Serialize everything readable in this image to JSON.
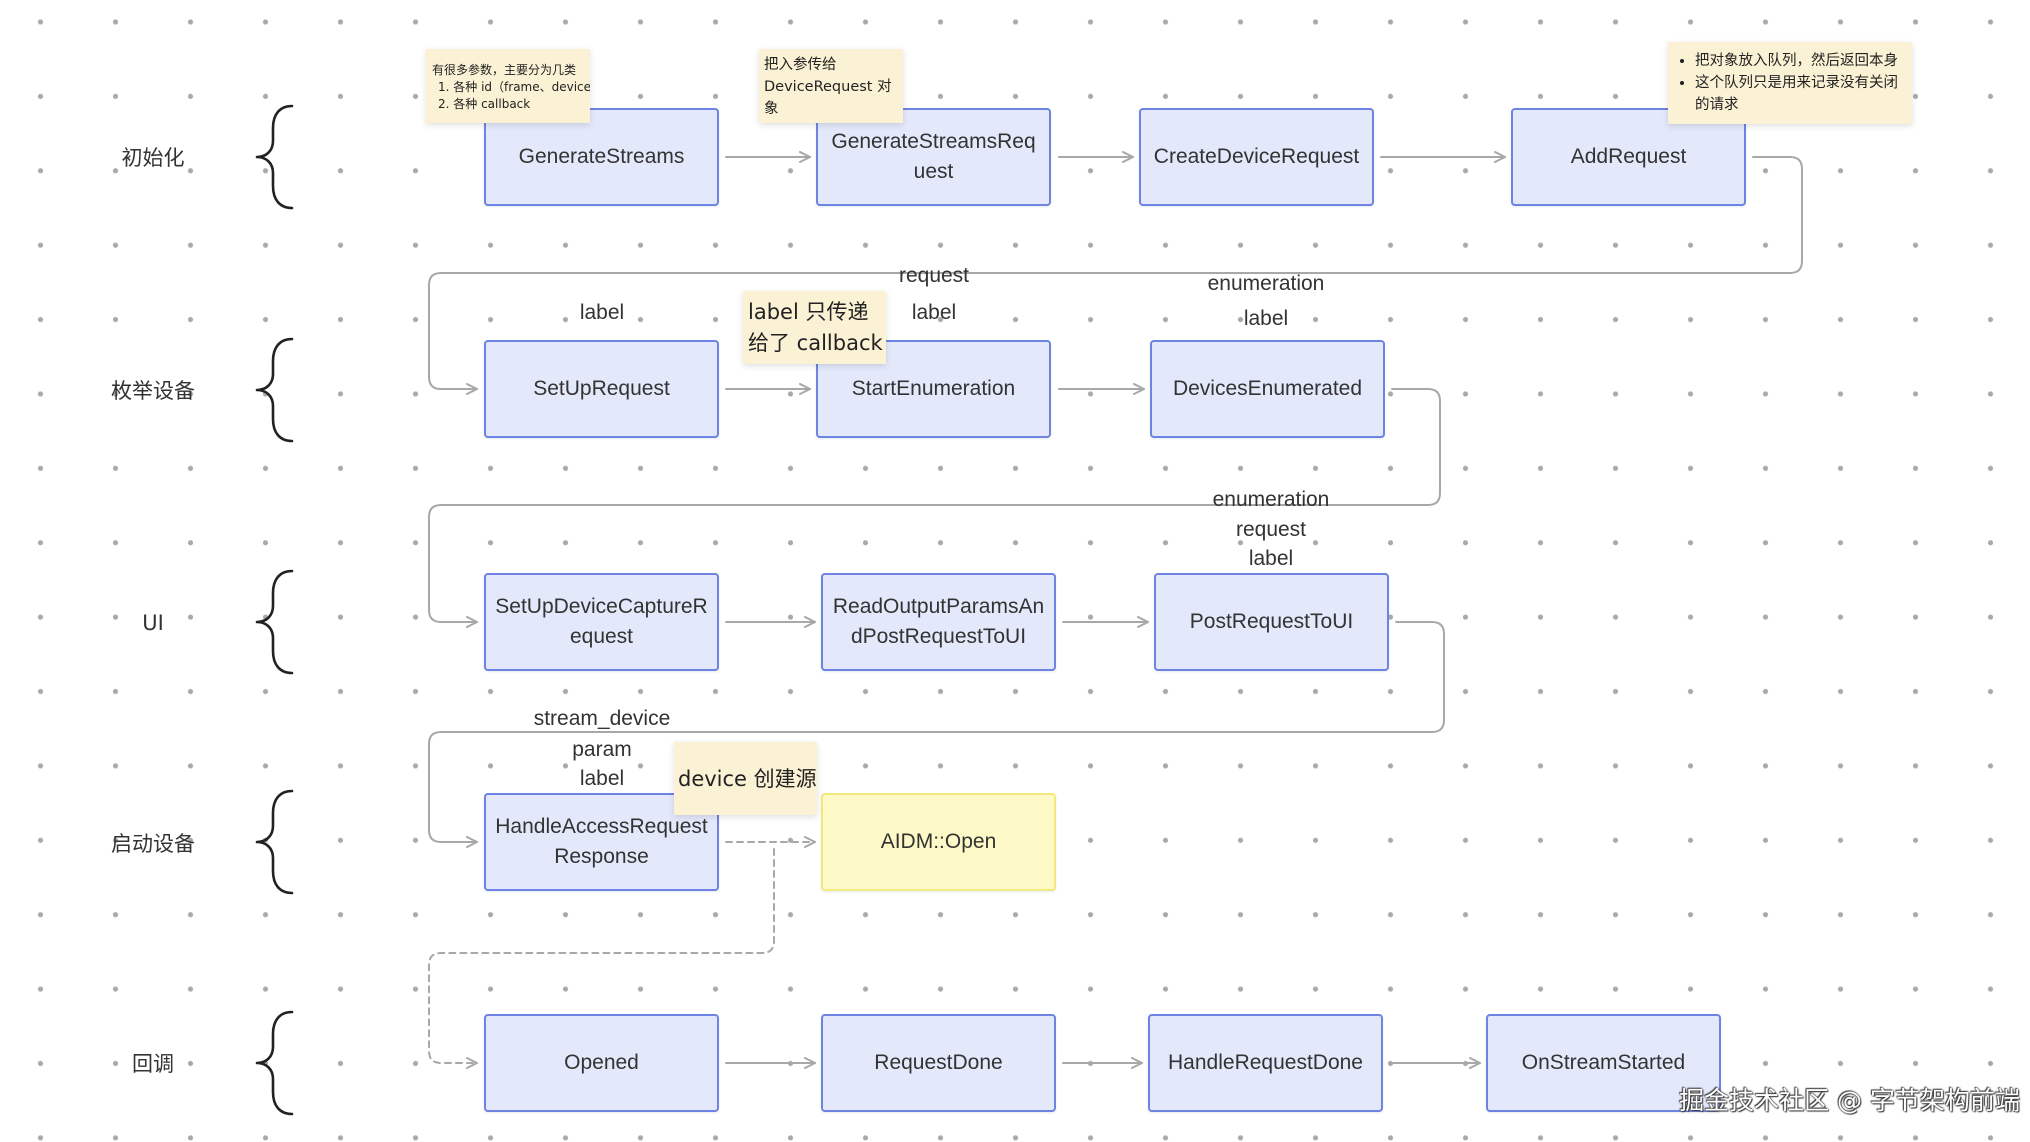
{
  "rows": [
    {
      "label": "初始化",
      "nodes": [
        {
          "label": "GenerateStreams"
        },
        {
          "label": "GenerateStreamsReq\nuest"
        },
        {
          "label": "CreateDeviceRequest"
        },
        {
          "label": "AddRequest"
        }
      ]
    },
    {
      "label": "枚举设备",
      "nodes": [
        {
          "label": "SetUpRequest"
        },
        {
          "label": "StartEnumeration"
        },
        {
          "label": "DevicesEnumerated"
        }
      ]
    },
    {
      "label": "UI",
      "nodes": [
        {
          "label": "SetUpDeviceCaptureR\nequest"
        },
        {
          "label": "ReadOutputParamsAn\ndPostRequestToUI"
        },
        {
          "label": "PostRequestToUI"
        }
      ]
    },
    {
      "label": "启动设备",
      "nodes": [
        {
          "label": "HandleAccessRequest\nResponse"
        },
        {
          "label": "AIDM::Open",
          "fill": "#fdfac8",
          "border": "#f3ea7c"
        }
      ]
    },
    {
      "label": "回调",
      "nodes": [
        {
          "label": "Opened"
        },
        {
          "label": "RequestDone"
        },
        {
          "label": "HandleRequestDone"
        },
        {
          "label": "OnStreamStarted"
        }
      ]
    }
  ],
  "param_labels": {
    "setup_request": [
      "label"
    ],
    "start_enumeration": [
      "request",
      "label"
    ],
    "devices_enumerated": [
      "enumeration",
      "label"
    ],
    "post_request_to_ui": [
      "enumeration",
      "request",
      "label"
    ],
    "handle_access_request_response": [
      "stream_device",
      "param",
      "label"
    ]
  },
  "sticky_notes": {
    "generate_streams": {
      "lines": [
        "有很多参数，主要分为几类",
        "1. 各种 id（frame、device）",
        "2. 各种 callback"
      ]
    },
    "generate_streams_request": {
      "text": "把入参传给\nDeviceRequest 对\n象"
    },
    "add_request": {
      "bullets": [
        "把对象放入队列，然后返回本身",
        "这个队列只是用来记录没有关闭的请求"
      ]
    },
    "start_enumeration": {
      "text": "label 只传递\n给了 callback"
    },
    "handle_access_request_response": {
      "text": "device 创建源"
    }
  },
  "watermark": "掘金技术社区 @ 字节架构前端",
  "colors": {
    "node_fill": "#e3e8fb",
    "node_border": "#6f83e3",
    "note_fill": "#fbf1d4",
    "connector": "#a8a8a8",
    "brace": "#222222",
    "grid_dot": "#a9a9a9",
    "text": "#333333"
  }
}
